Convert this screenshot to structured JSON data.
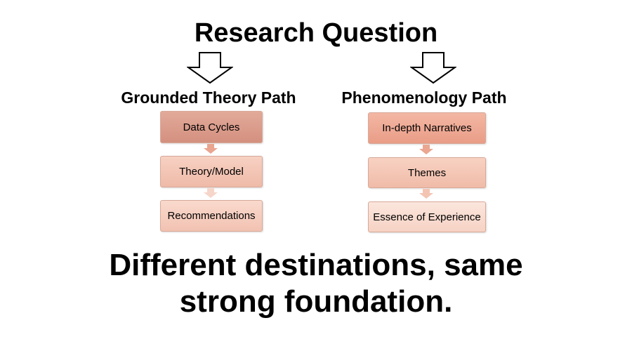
{
  "title": "Research Question",
  "paths": [
    {
      "heading": "Grounded Theory Path",
      "steps": [
        "Data Cycles",
        "Theory/Model",
        "Recommendations"
      ]
    },
    {
      "heading": "Phenomenology Path",
      "steps": [
        "In-depth Narratives",
        "Themes",
        "Essence of Experience"
      ]
    }
  ],
  "footer": {
    "line1": "Different destinations, same",
    "line2": "strong foundation."
  },
  "colors": {
    "left_box1": "#d99b8b",
    "left_box2": "#f3c5b5",
    "left_box3": "#f6d0c1",
    "right_box1": "#eeab96",
    "right_box2": "#f4c4b1",
    "right_box3": "#f9ddd1"
  }
}
